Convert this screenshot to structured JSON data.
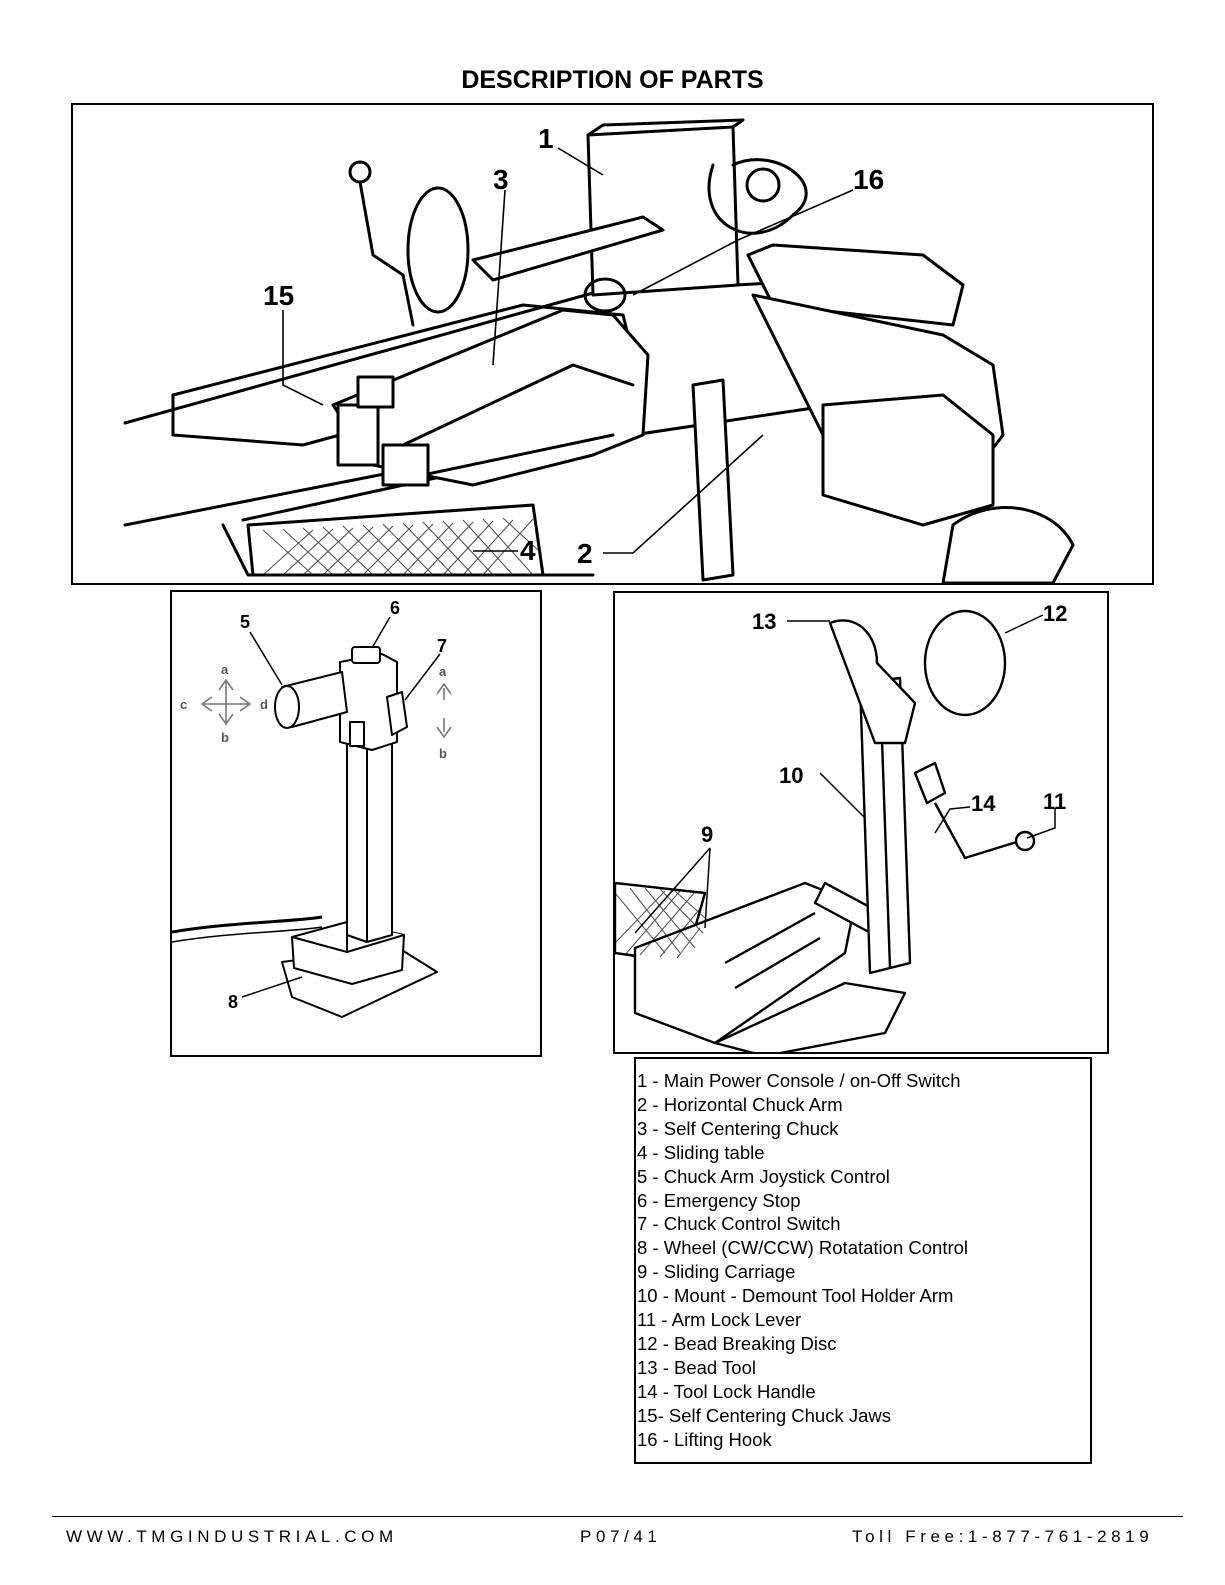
{
  "page": {
    "title": "DESCRIPTION OF PARTS"
  },
  "figures": {
    "main": {
      "callouts": [
        "1",
        "3",
        "16",
        "15",
        "4",
        "2"
      ]
    },
    "pedestal": {
      "callouts": [
        "6",
        "5",
        "7",
        "8"
      ],
      "direction_letters": [
        "a",
        "b",
        "c",
        "d",
        "a",
        "b"
      ]
    },
    "tool_arm": {
      "callouts": [
        "13",
        "12",
        "10",
        "9",
        "14",
        "11"
      ]
    }
  },
  "legend": {
    "items": [
      "1 - Main Power Console / on-Off Switch",
      "2 - Horizontal Chuck Arm",
      "3 - Self Centering Chuck",
      "4 - Sliding table",
      "5 - Chuck Arm Joystick Control",
      "6 - Emergency Stop",
      "7 - Chuck Control Switch",
      "8 - Wheel (CW/CCW) Rotatation Control",
      "9 - Sliding Carriage",
      "10 - Mount - Demount Tool Holder Arm",
      "11 - Arm Lock Lever",
      "12 - Bead Breaking Disc",
      "13 - Bead Tool",
      "14 - Tool Lock Handle",
      "15- Self Centering Chuck Jaws",
      "16 - Lifting Hook"
    ]
  },
  "footer": {
    "website": "WWW.TMGINDUSTRIAL.COM",
    "page_number": "P07/41",
    "toll_free": "Toll Free:1-877-761-2819"
  }
}
